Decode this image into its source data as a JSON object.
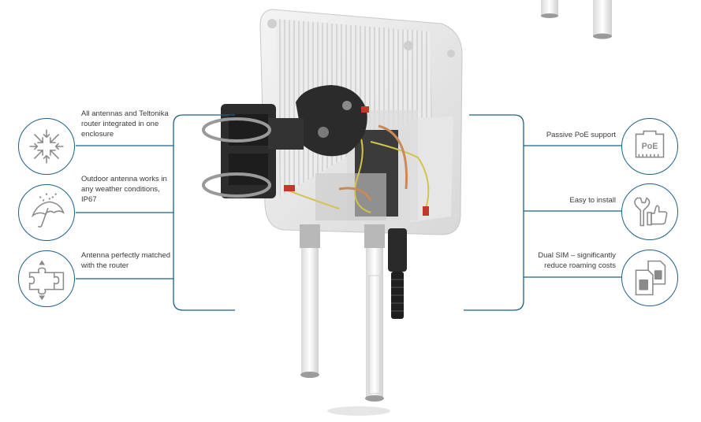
{
  "features_left": [
    {
      "text": "All antennas and Teltonika router integrated in one enclosure",
      "icon": "compress-arrows-icon"
    },
    {
      "text": "Outdoor antenna works in any weather conditions, IP67",
      "icon": "umbrella-rain-icon"
    },
    {
      "text": "Antenna perfectly matched with the router",
      "icon": "puzzle-icon"
    }
  ],
  "features_right": [
    {
      "text": "Passive PoE support",
      "icon": "poe-port-icon",
      "icon_label": "PoE"
    },
    {
      "text": "Easy to install",
      "icon": "wrench-thumbs-up-icon"
    },
    {
      "text": "Dual SIM – significantly reduce roaming costs",
      "icon": "dual-sim-icon"
    }
  ],
  "colors": {
    "accent": "#1f5f86",
    "text": "#3a3a3a"
  }
}
